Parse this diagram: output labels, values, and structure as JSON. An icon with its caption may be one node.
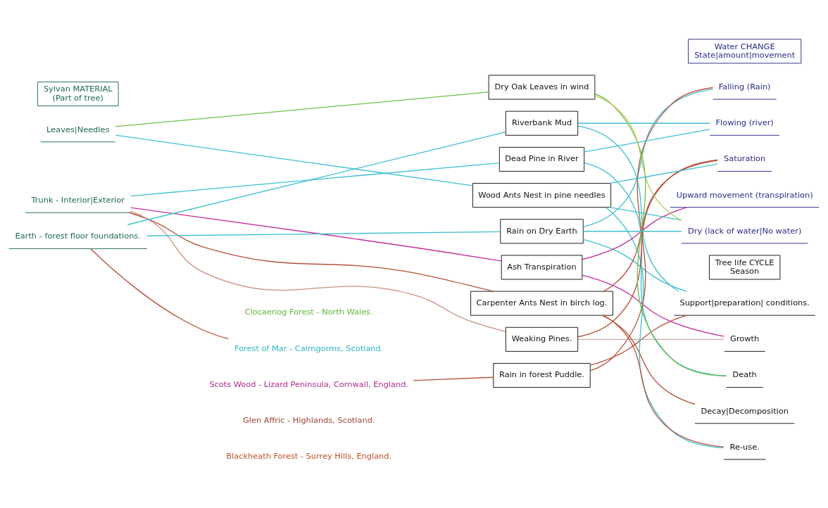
{
  "diagram": {
    "nodes": [
      {
        "text": [
          "Sylvan MATERIAL",
          "(Part of tree)"
        ]
      },
      {
        "text": [
          "Tree life CYCLE",
          "Season"
        ]
      },
      {
        "text": [
          "Water CHANGE",
          "State|amount|movement"
        ]
      },
      {
        "text": [
          "Leaves|Needles"
        ]
      },
      {
        "text": [
          "Trunk - Interior|Exterior"
        ]
      },
      {
        "text": [
          "Earth - forest floor foundations."
        ]
      },
      {
        "text": [
          "Support|preparation| conditions."
        ]
      },
      {
        "text": [
          "Growth"
        ]
      },
      {
        "text": [
          "Death"
        ]
      },
      {
        "text": [
          "Decay|Decomposition"
        ]
      },
      {
        "text": [
          "Re-use."
        ]
      },
      {
        "text": [
          "Falling (Rain)"
        ]
      },
      {
        "text": [
          "Flowing (river)"
        ]
      },
      {
        "text": [
          "Saturation"
        ]
      },
      {
        "text": [
          "Upward movement (transpiration)"
        ]
      },
      {
        "text": [
          "Dry (lack of water|No water)"
        ]
      },
      {
        "text": [
          "Dry Oak Leaves in wind"
        ]
      },
      {
        "text": [
          "Riverbank Mud"
        ]
      },
      {
        "text": [
          "Dead Pine in River"
        ]
      },
      {
        "text": [
          "Wood Ants Nest in pine needles"
        ]
      },
      {
        "text": [
          "Rain on Dry Earth"
        ]
      },
      {
        "text": [
          "Ash Transpiration"
        ]
      },
      {
        "text": [
          "Carpenter Ants Nest in birch log."
        ]
      },
      {
        "text": [
          "Weaking Pines."
        ]
      },
      {
        "text": [
          "Rain in forest Puddle."
        ]
      },
      {
        "text": [
          "Clocaenog Forest - North Wales."
        ]
      },
      {
        "text": [
          "Forest of Mar - Cairngorms, Scotland."
        ]
      },
      {
        "text": [
          "Scots Wood - Lizard Peninsula, Cornwall, England."
        ]
      },
      {
        "text": [
          "Glen Affric - Highlands, Scotland."
        ]
      },
      {
        "text": [
          "Blackheath Forest - Surrey Hills, England."
        ]
      }
    ],
    "edges": [
      {
        "from": 3,
        "to": 16,
        "arrow": "none",
        "color": "#6cc04a"
      },
      {
        "from": 3,
        "to": 19,
        "arrow": "none"
      },
      {
        "from": 16,
        "to": 8,
        "arrow": "none",
        "color": "#6cc04a"
      },
      {
        "from": 16,
        "to": 15,
        "arrow": "none",
        "color": "#b8c860"
      },
      {
        "from": 6,
        "to": 17,
        "arrow": "none"
      },
      {
        "from": 6,
        "to": 20,
        "arrow": "none"
      },
      {
        "from": 6,
        "to": 24,
        "arrow": "none",
        "color": "#b5523b"
      },
      {
        "from": 7,
        "to": 21,
        "arrow": "none",
        "color": "#c2309a"
      },
      {
        "from": 7,
        "to": 23,
        "arrow": "none",
        "color": "#c8b0a8"
      },
      {
        "from": 8,
        "to": 18,
        "arrow": "none"
      },
      {
        "from": 9,
        "to": 22,
        "arrow": "none",
        "color": "#b5523b"
      },
      {
        "from": 10,
        "to": 19,
        "arrow": "none"
      },
      {
        "from": 10,
        "to": 22,
        "arrow": "none",
        "color": "#b5523b"
      },
      {
        "from": 11,
        "to": 24,
        "arrow": "none",
        "color": "#b5523b"
      },
      {
        "from": 11,
        "to": 20,
        "arrow": "none"
      },
      {
        "from": 12,
        "to": 17,
        "arrow": "none"
      },
      {
        "from": 12,
        "to": 18,
        "arrow": "none"
      },
      {
        "from": 19,
        "to": 13,
        "arrow": "none"
      },
      {
        "from": 13,
        "to": 22,
        "arrow": "none",
        "color": "#b5523b"
      },
      {
        "from": 13,
        "to": 23,
        "arrow": "none",
        "color": "#b5523b"
      },
      {
        "from": 14,
        "to": 21,
        "arrow": "none",
        "color": "#c2309a"
      },
      {
        "from": 15,
        "to": 19,
        "arrow": "none"
      },
      {
        "from": 15,
        "to": 20,
        "arrow": "none"
      },
      {
        "from": 4,
        "to": 18,
        "arrow": "none"
      },
      {
        "from": 4,
        "to": 21,
        "arrow": "none",
        "color": "#c2309a"
      },
      {
        "from": 4,
        "to": 22,
        "arrow": "none",
        "color": "#b5523b"
      },
      {
        "from": 4,
        "to": 23,
        "arrow": "none",
        "color": "#c89080"
      },
      {
        "from": 5,
        "to": 17,
        "arrow": "none"
      },
      {
        "from": 5,
        "to": 20,
        "arrow": "none"
      },
      {
        "from": 5,
        "to": 26,
        "arrow": "none",
        "color": "#b5523b"
      },
      {
        "from": 27,
        "to": 24,
        "arrow": "none",
        "color": "#b5523b"
      }
    ]
  }
}
